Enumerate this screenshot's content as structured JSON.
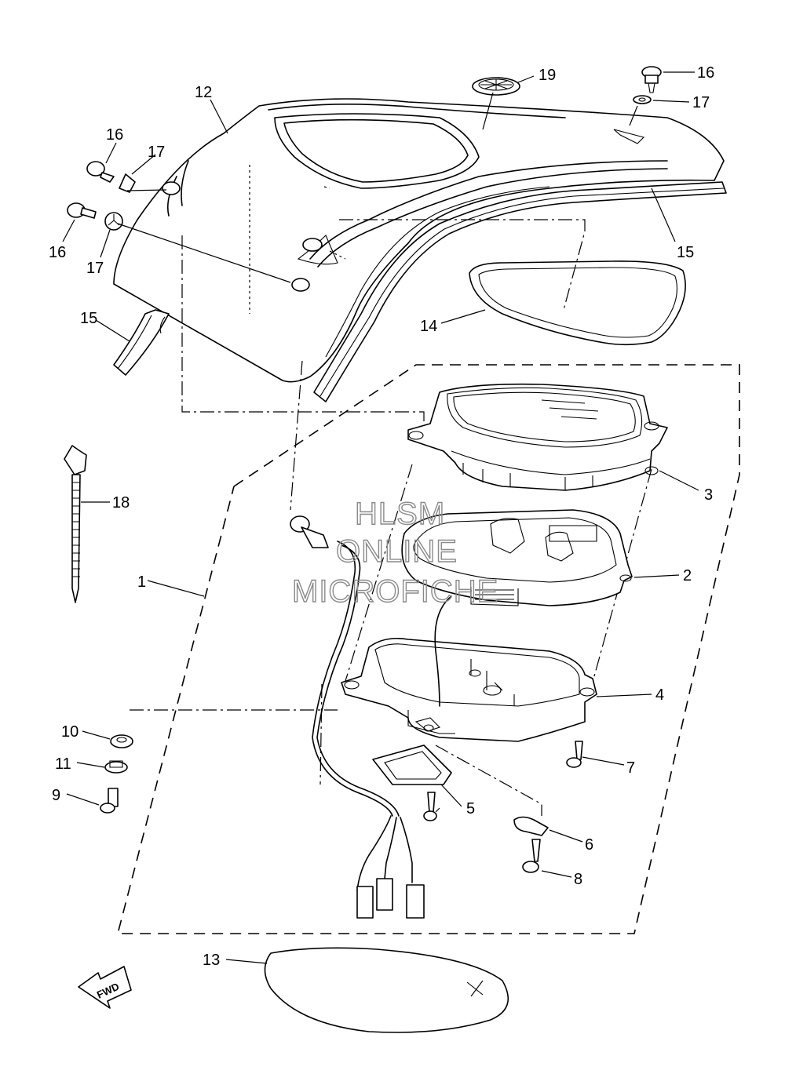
{
  "diagram": {
    "watermark": [
      "HLSM",
      "ONLINE",
      "MICROFICHE"
    ],
    "fwd_label": "FWD",
    "callouts": [
      {
        "id": "c19",
        "label": "19"
      },
      {
        "id": "c16a",
        "label": "16"
      },
      {
        "id": "c17a",
        "label": "17"
      },
      {
        "id": "c12",
        "label": "12"
      },
      {
        "id": "c16b",
        "label": "16"
      },
      {
        "id": "c17b",
        "label": "17"
      },
      {
        "id": "c16c",
        "label": "16"
      },
      {
        "id": "c17c",
        "label": "17"
      },
      {
        "id": "c15a",
        "label": "15"
      },
      {
        "id": "c15b",
        "label": "15"
      },
      {
        "id": "c14",
        "label": "14"
      },
      {
        "id": "c3",
        "label": "3"
      },
      {
        "id": "c18",
        "label": "18"
      },
      {
        "id": "c2",
        "label": "2"
      },
      {
        "id": "c1",
        "label": "1"
      },
      {
        "id": "c4",
        "label": "4"
      },
      {
        "id": "c10",
        "label": "10"
      },
      {
        "id": "c7",
        "label": "7"
      },
      {
        "id": "c11",
        "label": "11"
      },
      {
        "id": "c9",
        "label": "9"
      },
      {
        "id": "c5",
        "label": "5"
      },
      {
        "id": "c6",
        "label": "6"
      },
      {
        "id": "c8",
        "label": "8"
      },
      {
        "id": "c13",
        "label": "13"
      }
    ]
  }
}
